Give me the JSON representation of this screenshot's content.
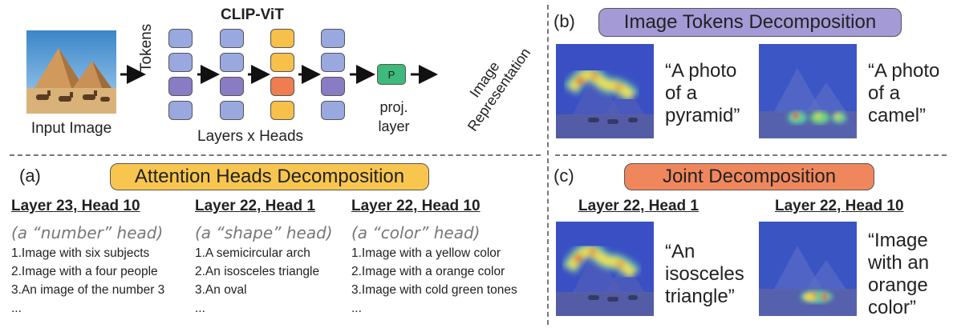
{
  "pipeline": {
    "title": "CLIP-ViT",
    "input_caption": "Input Image",
    "tokens_label": "Tokens",
    "layers_caption": "Layers x Heads",
    "proj_box": "P",
    "proj_label_1": "proj.",
    "proj_label_2": "layer",
    "output_label_1": "Image",
    "output_label_2": "Representation"
  },
  "panel_a": {
    "tag": "(a)",
    "title": "Attention Heads Decomposition",
    "heads": [
      {
        "title": "Layer 23, Head 10",
        "subtitle": "(a “number” head)",
        "items": [
          "1.Image with six subjects",
          "2.Image with a four people",
          "3.An image of the number 3",
          "..."
        ]
      },
      {
        "title": "Layer 22, Head 1",
        "subtitle": "(a “shape” head)",
        "items": [
          "1.A semicircular arch",
          "2.An isosceles triangle",
          "3.An oval",
          "..."
        ]
      },
      {
        "title": "Layer 22, Head 10",
        "subtitle": "(a “color” head)",
        "items": [
          "1.Image with a yellow color",
          "2.Image with a orange color",
          "3.Image with cold green tones",
          "..."
        ]
      }
    ]
  },
  "panel_b": {
    "tag": "(b)",
    "title": "Image Tokens Decomposition",
    "caption_1": [
      "“A photo",
      "of a",
      "pyramid”"
    ],
    "caption_2": [
      "“A photo",
      "of a",
      "camel”"
    ]
  },
  "panel_c": {
    "tag": "(c)",
    "title": "Joint Decomposition",
    "head_1": "Layer 22, Head 1",
    "head_2": "Layer 22, Head 10",
    "caption_1": [
      "“An",
      "isosceles",
      "triangle”"
    ],
    "caption_2": [
      "“Image",
      "with an",
      "orange",
      "color”"
    ]
  },
  "colors": {
    "token_blue": "#9aa8e0",
    "token_purple": "#8a7cc4",
    "token_yellow": "#f6c04a",
    "token_orange": "#ee7d4f",
    "proj_green": "#3dba7c",
    "pill_purple": "#a49ad6",
    "pill_yellow": "#f8c64f",
    "pill_orange": "#f0875c"
  }
}
